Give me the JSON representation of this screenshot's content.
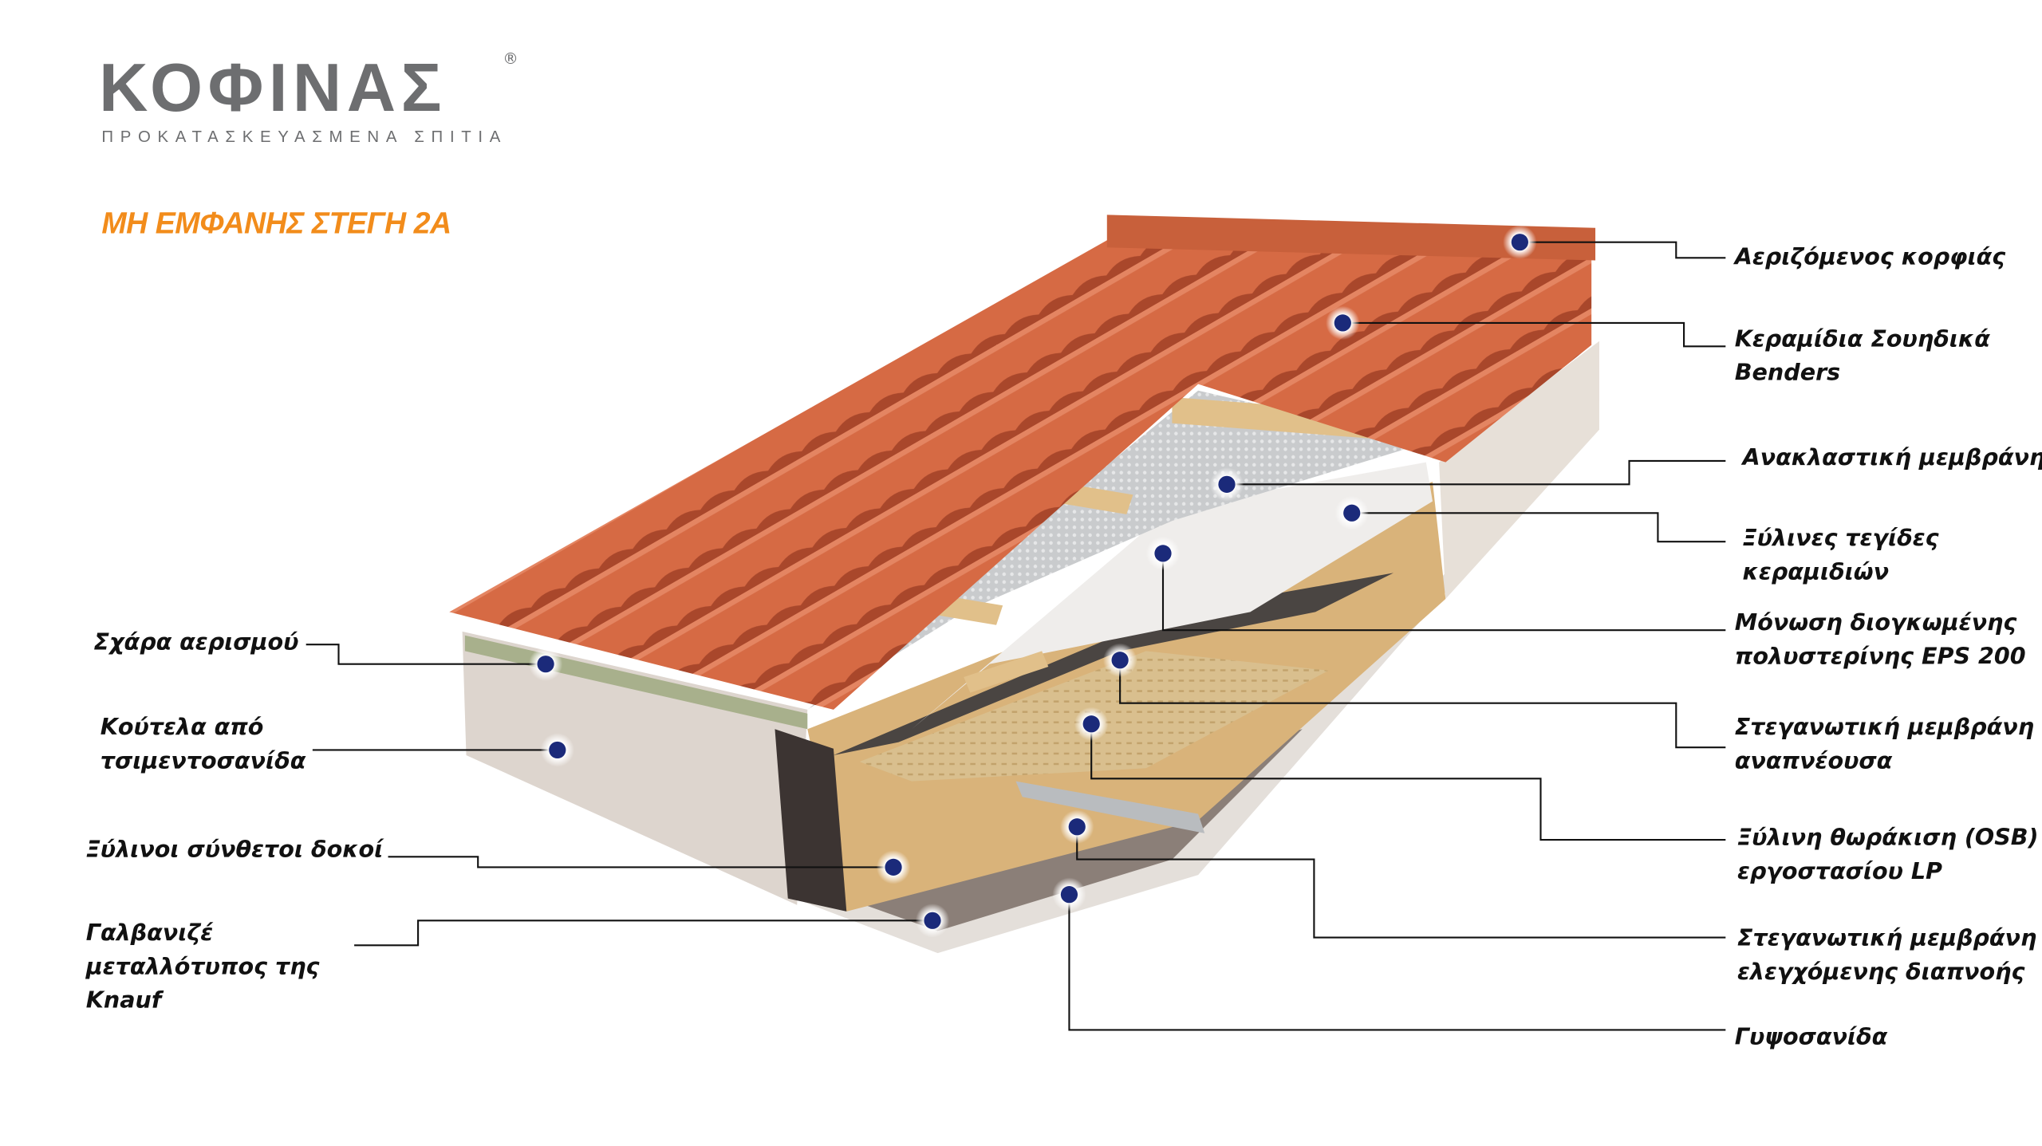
{
  "brand": {
    "name": "ΚΟΦΙΝΑΣ",
    "tagline": "ΠΡΟΚΑΤΑΣΚΕΥΑΣΜΕΝΑ ΣΠΙΤΙΑ",
    "registered": "®",
    "logo_color": "#6d6e70",
    "accent": "#f28c1b"
  },
  "title": "ΜΗ ΕΜΦΑΝΗΣ ΣΤΕΓΗ 2Α",
  "colors": {
    "dot": "#1b2a7a",
    "line": "#111111",
    "tile": "#d0643f"
  },
  "labels_right": [
    {
      "lines": [
        "Αεριζόμενος κορφιάς"
      ]
    },
    {
      "lines": [
        "Κεραμίδια Σουηδικά",
        "Benders"
      ]
    },
    {
      "lines": [
        "Ανακλαστική μεμβράνη"
      ]
    },
    {
      "lines": [
        "Ξύλινες τεγίδες",
        "κεραμιδιών"
      ]
    },
    {
      "lines": [
        "Μόνωση διογκωμένης",
        "πολυστερίνης EPS 200"
      ]
    },
    {
      "lines": [
        "Στεγανωτική μεμβράνη",
        "αναπνέουσα"
      ]
    },
    {
      "lines": [
        "Ξύλινη θωράκιση (OSB)",
        "εργοστασίου LP"
      ]
    },
    {
      "lines": [
        "Στεγανωτική μεμβράνη",
        "ελεγχόμενης διαπνοής"
      ]
    },
    {
      "lines": [
        "Γυψοσανίδα"
      ]
    }
  ],
  "labels_left": [
    {
      "lines": [
        "Σχάρα αερισμού"
      ]
    },
    {
      "lines": [
        "Κούτελα από",
        "τσιμεντοσανίδα"
      ]
    },
    {
      "lines": [
        "Ξύλινοι σύνθετοι δοκοί"
      ]
    },
    {
      "lines": [
        "Γαλβανιζέ",
        "μεταλλότυπος της",
        "Knauf"
      ]
    }
  ]
}
